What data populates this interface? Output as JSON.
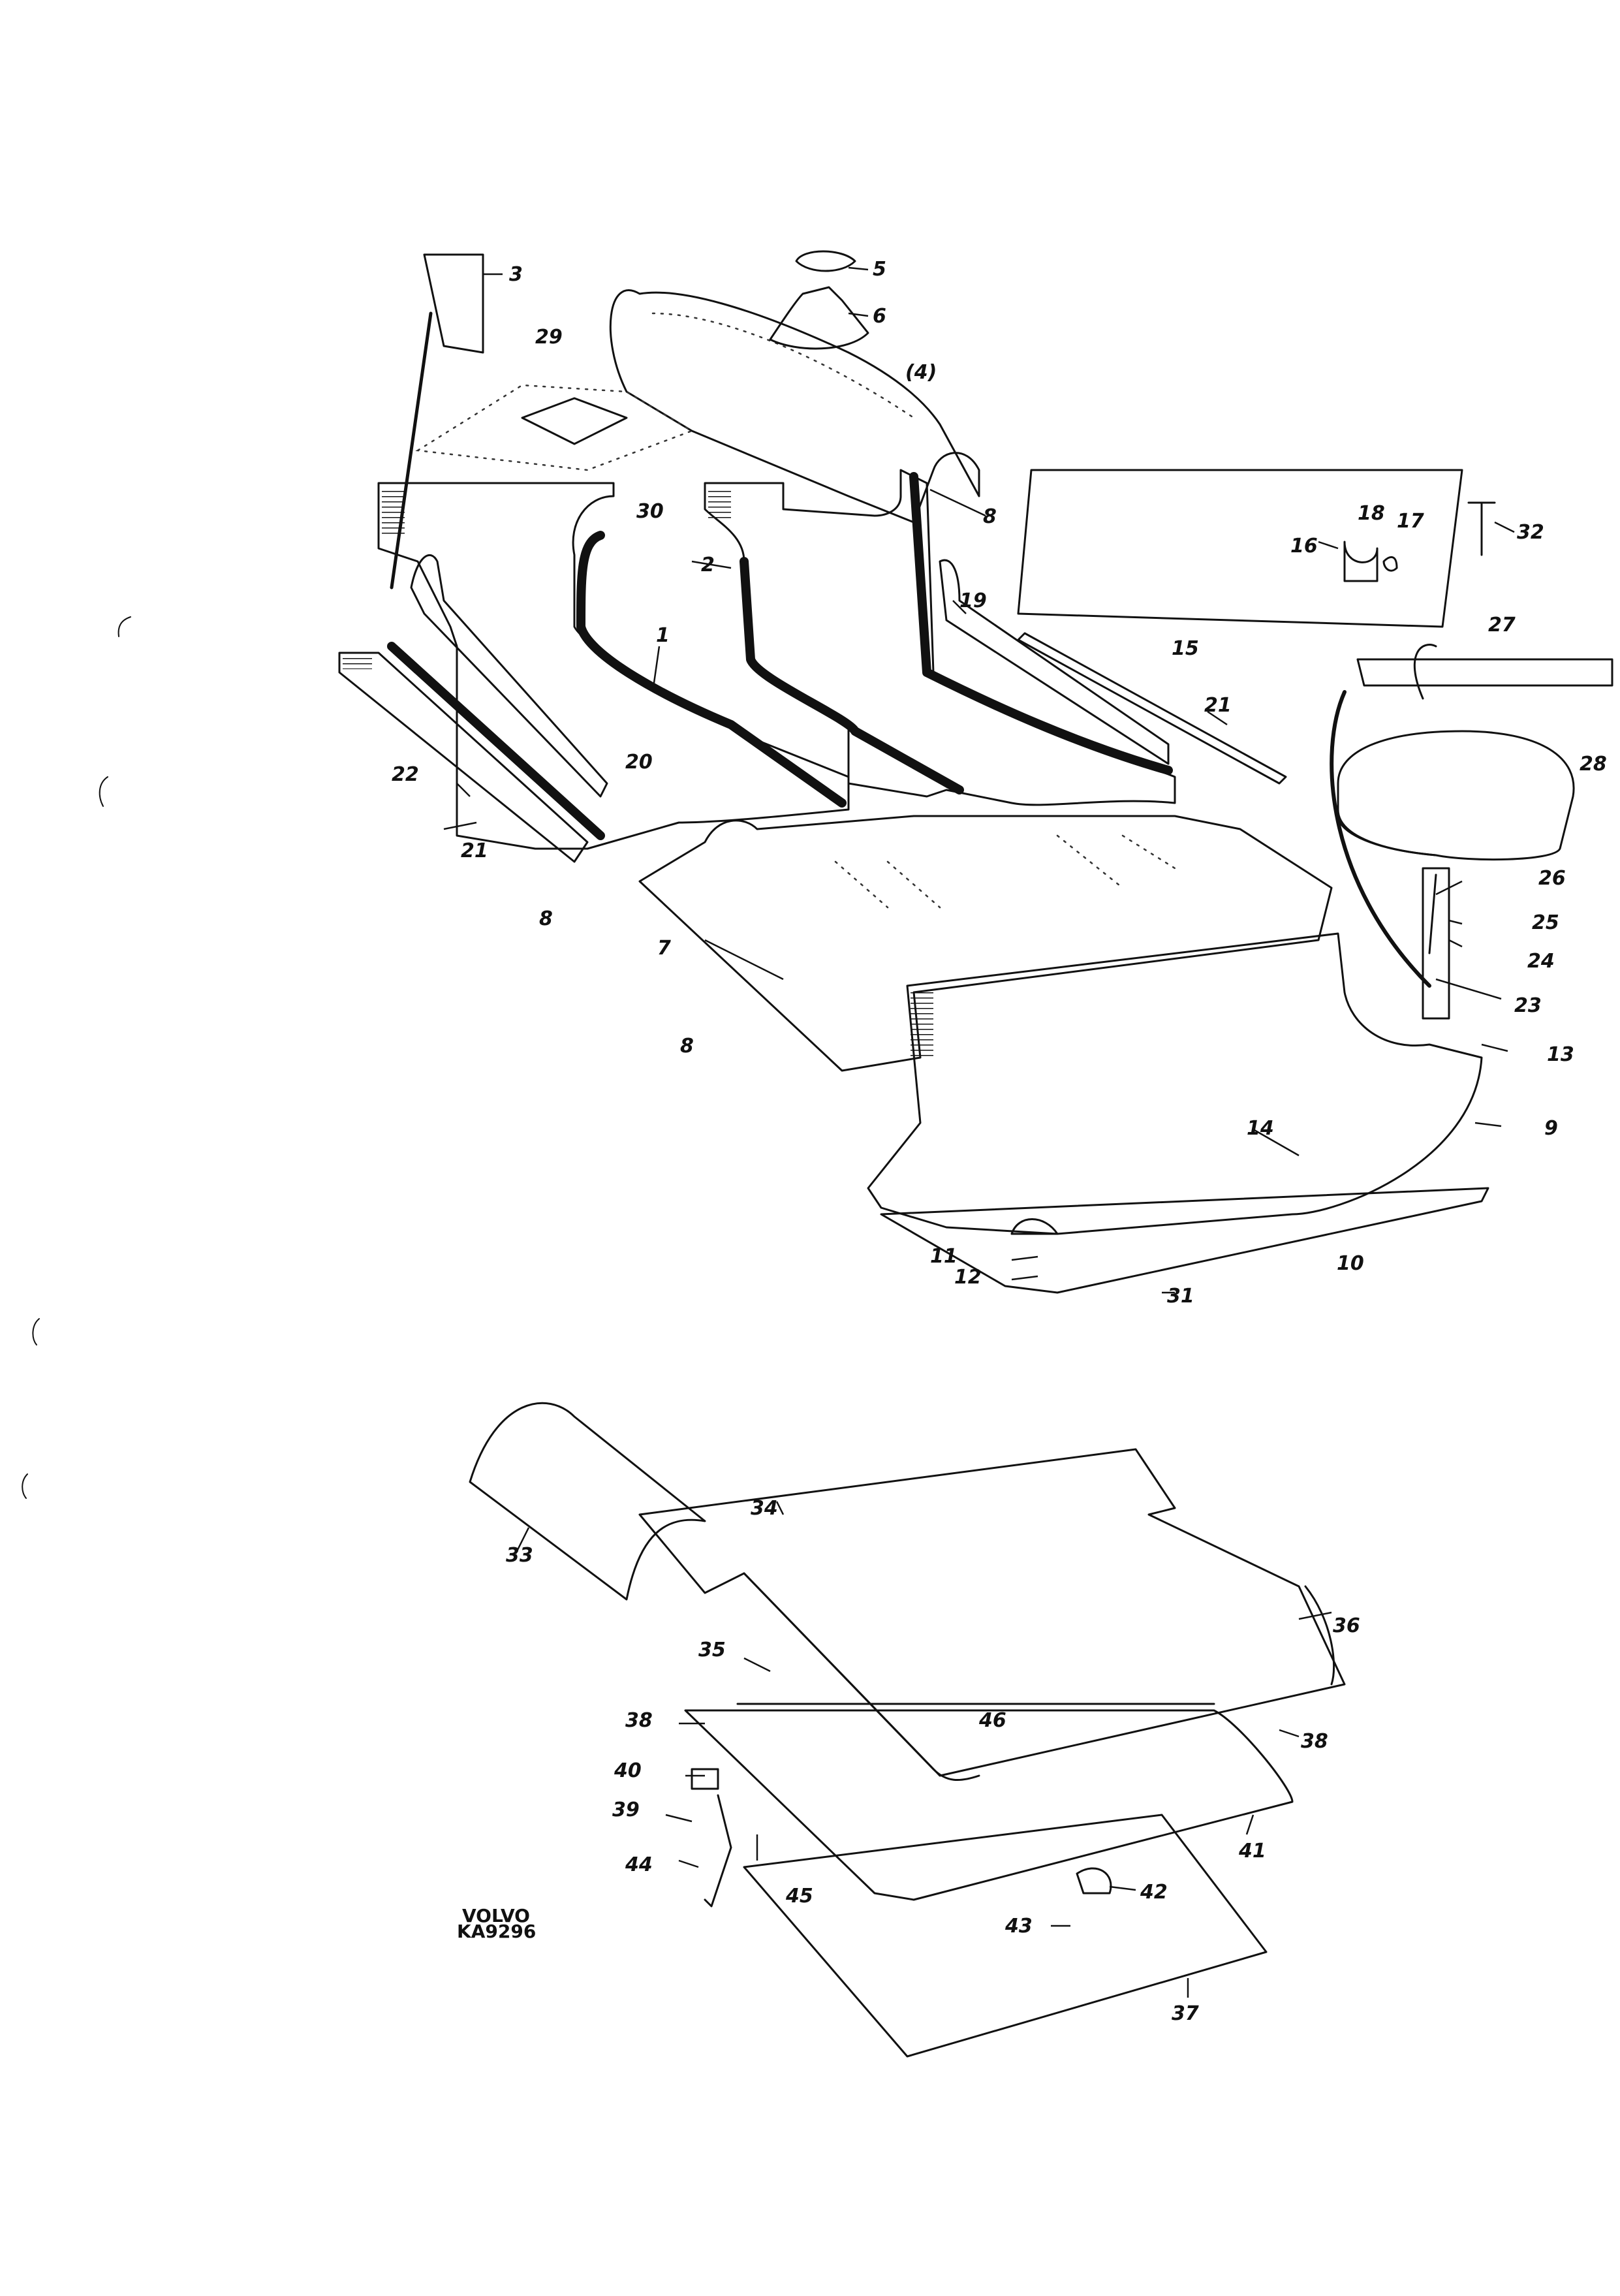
{
  "brand": {
    "line1": "VOLVO",
    "line2": "KA9296"
  },
  "parts": {
    "p1": "1",
    "p2": "2",
    "p3": "3",
    "p4": "(4)",
    "p5": "5",
    "p6": "6",
    "p7": "7",
    "p8": "8",
    "p9": "9",
    "p10": "10",
    "p11": "11",
    "p12": "12",
    "p13": "13",
    "p14": "14",
    "p15": "15",
    "p16": "16",
    "p17": "17",
    "p18": "18",
    "p19": "19",
    "p20": "20",
    "p21": "21",
    "p22": "22",
    "p23": "23",
    "p24": "24",
    "p25": "25",
    "p26": "26",
    "p27": "27",
    "p28": "28",
    "p29": "29",
    "p30": "30",
    "p31": "31",
    "p32": "32",
    "p33": "33",
    "p34": "34",
    "p35": "35",
    "p36": "36",
    "p37": "37",
    "p38": "38",
    "p39": "39",
    "p40": "40",
    "p41": "41",
    "p42": "42",
    "p43": "43",
    "p44": "44",
    "p45": "45",
    "p46": "46"
  },
  "colors": {
    "ink": "#111111",
    "paper": "#ffffff"
  }
}
